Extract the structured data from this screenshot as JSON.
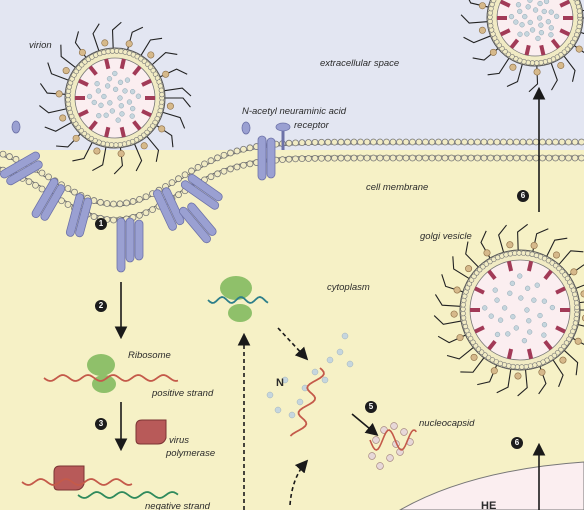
{
  "labels": {
    "virion": "virion",
    "extracellular": "extracellular space",
    "neu": "N-acetyl neuraminic acid",
    "receptor": "receptor",
    "membrane": "cell membrane",
    "golgi": "golgi vesicle",
    "cytoplasm": "cytoplasm",
    "ribosome": "Ribosome",
    "positive": "positive strand",
    "polymerase_1": "virus",
    "polymerase_2": "polymerase",
    "nucleocapsid": "nucleocapsid",
    "negative": "negative strand",
    "n": "N",
    "he": "HE"
  },
  "steps": {
    "s1": "1",
    "s2": "2",
    "s3": "3",
    "s5": "5",
    "s6a": "6",
    "s6b": "6"
  },
  "colors": {
    "extracellular": "#e3e6f2",
    "cytoplasm": "#f6f1c6",
    "lipid_head": "#f1ebc4",
    "receptor": "#9aa0d2",
    "spike": "#a23a57",
    "ribosome": "#8fc06a",
    "polymerase": "#b85a59",
    "rna_positive": "#c45a4a",
    "rna_negative": "#2f8a5c",
    "protein_n": "#c6d6de"
  }
}
